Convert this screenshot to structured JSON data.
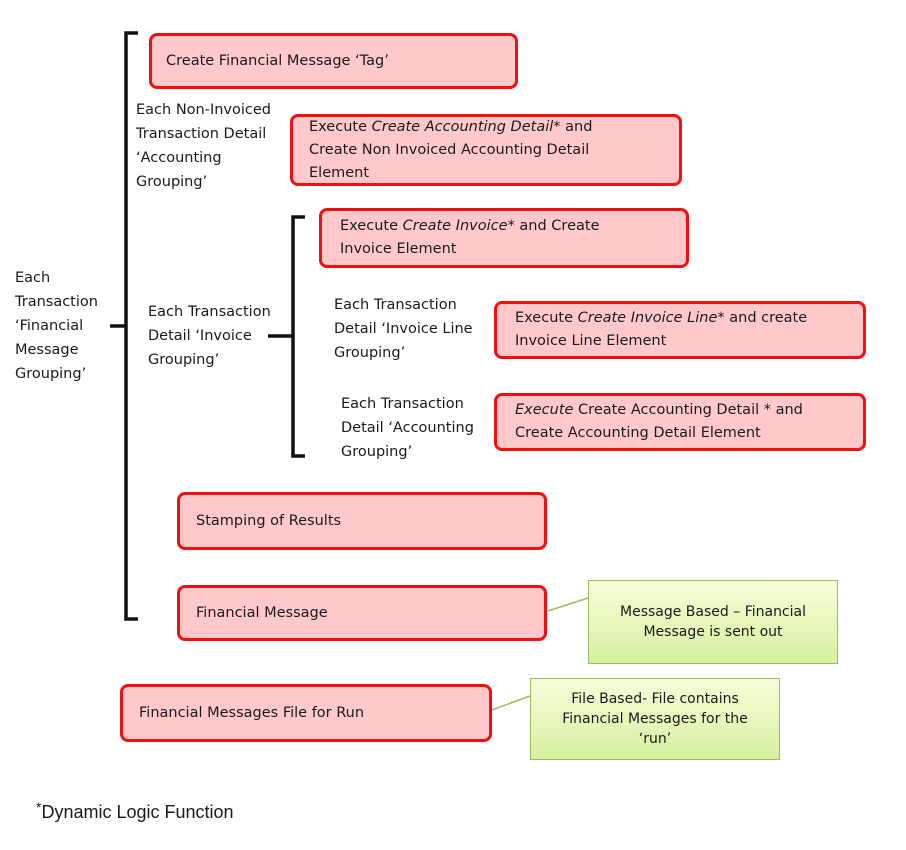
{
  "labels": {
    "each_transaction": [
      "Each",
      "Transaction",
      "‘Financial",
      "Message",
      "Grouping’"
    ],
    "non_invoiced": [
      "Each Non-Invoiced",
      "Transaction Detail",
      "‘Accounting",
      "Grouping’"
    ],
    "invoice_grouping": [
      "Each Transaction",
      "Detail ‘Invoice",
      "Grouping’"
    ],
    "invoice_line_grouping": [
      "Each Transaction",
      "Detail ‘Invoice Line",
      "Grouping’"
    ],
    "accounting_grouping": [
      "Each Transaction",
      "Detail ‘Accounting",
      "Grouping’"
    ]
  },
  "boxes": {
    "create_tag": "Create Financial Message ‘Tag’",
    "non_invoiced_accounting": {
      "prefix": "Execute ",
      "italic": "Create Accounting Detail",
      "line1_suffix": "* and",
      "line2": "Create Non Invoiced Accounting Detail",
      "line3": "Element"
    },
    "create_invoice": {
      "prefix": "Execute ",
      "italic": "Create Invoice",
      "line1_suffix": "* and Create",
      "line2": "Invoice Element"
    },
    "create_invoice_line": {
      "prefix": "Execute ",
      "italic": "Create Invoice Line",
      "line1_suffix": "* and create",
      "line2": "Invoice Line Element"
    },
    "create_accounting": {
      "italic": "Execute",
      "line1_suffix": " Create Accounting Detail * and",
      "line2": "Create Accounting Detail Element"
    },
    "stamping": "Stamping of Results",
    "financial_message": "Financial Message",
    "messages_file": "Financial Messages File for Run"
  },
  "notes": {
    "message_based": "Message Based – Financial Message is sent out",
    "file_based": "File Based- File contains Financial Messages for the ‘run’"
  },
  "footnote": {
    "mark": "*",
    "text": "Dynamic Logic Function"
  },
  "colors": {
    "box_fill": "#ffc9cc",
    "box_border": "#ee1111",
    "note_fill": "#e6f7b8",
    "note_border": "#9bbd5a",
    "bracket": "#111111"
  }
}
